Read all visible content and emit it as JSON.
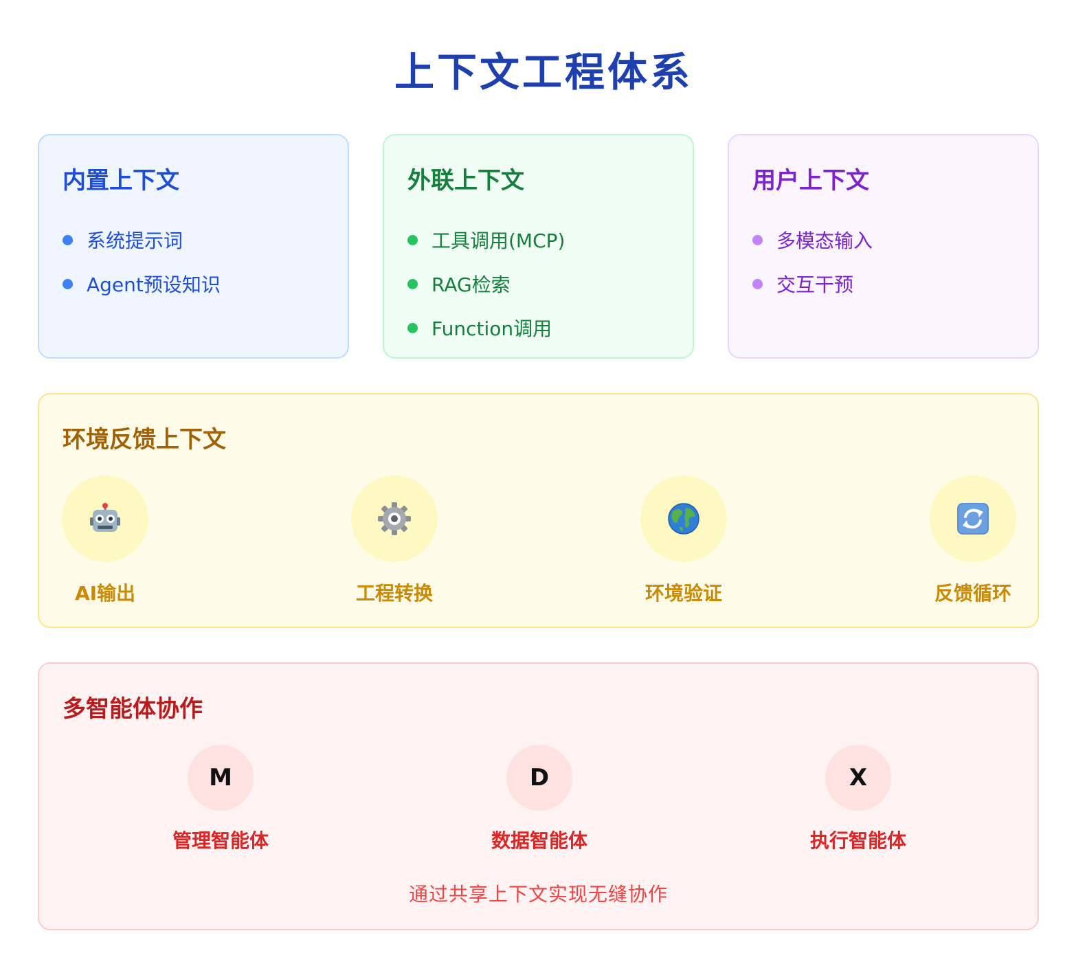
{
  "page": {
    "title": "上下文工程体系"
  },
  "builtin": {
    "title": "内置上下文",
    "items": [
      "系统提示词",
      "Agent预设知识"
    ],
    "accent": "#3b82f6"
  },
  "external": {
    "title": "外联上下文",
    "items": [
      "工具调用(MCP)",
      "RAG检索",
      "Function调用"
    ],
    "accent": "#22c55e"
  },
  "user": {
    "title": "用户上下文",
    "items": [
      "多模态输入",
      "交互干预"
    ],
    "accent": "#c084fc"
  },
  "env_feedback": {
    "title": "环境反馈上下文",
    "steps": [
      {
        "icon": "robot-icon",
        "label": "AI输出"
      },
      {
        "icon": "gear-icon",
        "label": "工程转换"
      },
      {
        "icon": "globe-icon",
        "label": "环境验证"
      },
      {
        "icon": "cycle-arrows-icon",
        "label": "反馈循环"
      }
    ]
  },
  "multi_agent": {
    "title": "多智能体协作",
    "agents": [
      {
        "letter": "M",
        "label": "管理智能体"
      },
      {
        "letter": "D",
        "label": "数据智能体"
      },
      {
        "letter": "X",
        "label": "执行智能体"
      }
    ],
    "footer": "通过共享上下文实现无缝协作"
  }
}
